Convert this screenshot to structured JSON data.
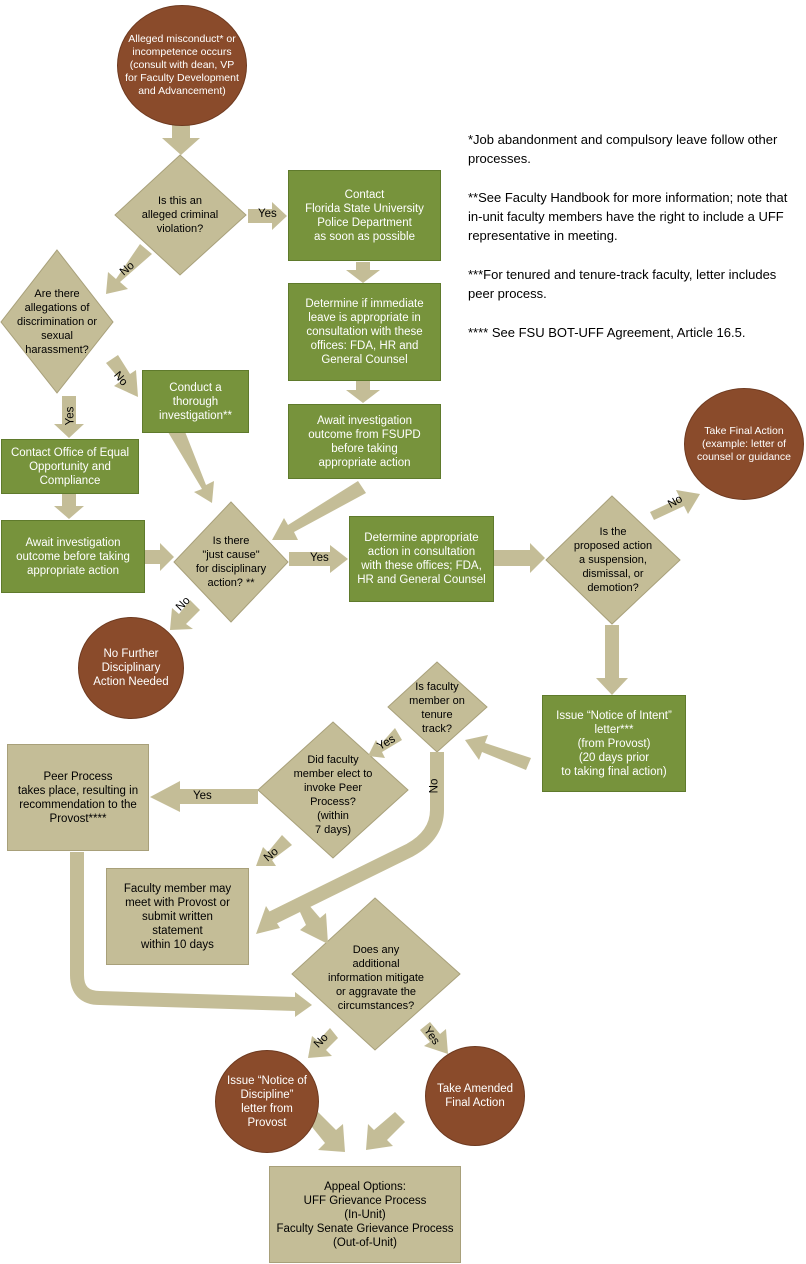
{
  "nodes": {
    "start": "Alleged misconduct* or\nincompetence occurs\n(consult with dean, VP\nfor Faculty Development\nand Advancement)",
    "criminal_q": "Is this an\nalleged criminal\nviolation?",
    "contact_police": "Contact\nFlorida State University\nPolice Department\nas soon as possible",
    "discrimination_q": "Are there\nallegations of\ndiscrimination or\nsexual\nharassment?",
    "determine_leave": "Determine if immediate\nleave is appropriate in\nconsultation with these\noffices: FDA, HR and\nGeneral Counsel",
    "conduct_investigation": "Conduct a\nthorough\ninvestigation**",
    "await_fsupd": "Await investigation\noutcome from FSUPD\nbefore taking\nappropriate action",
    "contact_eoc": "Contact Office of Equal\nOpportunity and\nCompliance",
    "take_final_action": "Take Final Action\n(example: letter of\ncounsel or guidance",
    "await_outcome": "Await investigation\noutcome before taking\nappropriate action",
    "just_cause_q": "Is there\n\"just cause\"\nfor disciplinary\naction? **",
    "determine_action": "Determine appropriate\naction in consultation\nwith these offices; FDA,\nHR and General Counsel",
    "suspension_q": "Is the\nproposed action\na suspension,\ndismissal, or\ndemotion?",
    "no_further": "No Further\nDisciplinary\nAction Needed",
    "tenure_q": "Is faculty\nmember on\ntenure\ntrack?",
    "notice_intent": "Issue “Notice of Intent”\nletter***\n(from Provost)\n(20 days prior\nto taking final action)",
    "peer_elect_q": "Did faculty\nmember elect to\ninvoke Peer\nProcess?\n(within\n7 days)",
    "peer_process": "Peer Process\ntakes place, resulting in\nrecommendation to the\nProvost****",
    "meet_provost": "Faculty member may\nmeet with Provost or\nsubmit written\nstatement\nwithin 10 days",
    "mitigate_q": "Does any\nadditional\ninformation mitigate\nor aggravate the\ncircumstances?",
    "notice_discipline": "Issue “Notice of\nDiscipline”\nletter from\nProvost",
    "amended_action": "Take Amended\nFinal Action",
    "appeal": "Appeal Options:\nUFF Grievance Process\n(In-Unit)\nFaculty Senate Grievance Process\n(Out-of-Unit)"
  },
  "labels": {
    "yes": "Yes",
    "no": "No"
  },
  "notes": [
    "*Job abandonment and compulsory leave follow other processes.",
    "**See Faculty Handbook for more information; note that in-unit faculty members have the right to include a UFF representative in meeting.",
    "***For tenured and tenure-track faculty, letter includes peer process.",
    "**** See FSU BOT-UFF Agreement, Article 16.5."
  ],
  "colors": {
    "process_green": "#77933c",
    "decision_tan": "#c4bd97",
    "terminal_brown": "#8a4b2b",
    "arrow_tan": "#c4bd97"
  }
}
